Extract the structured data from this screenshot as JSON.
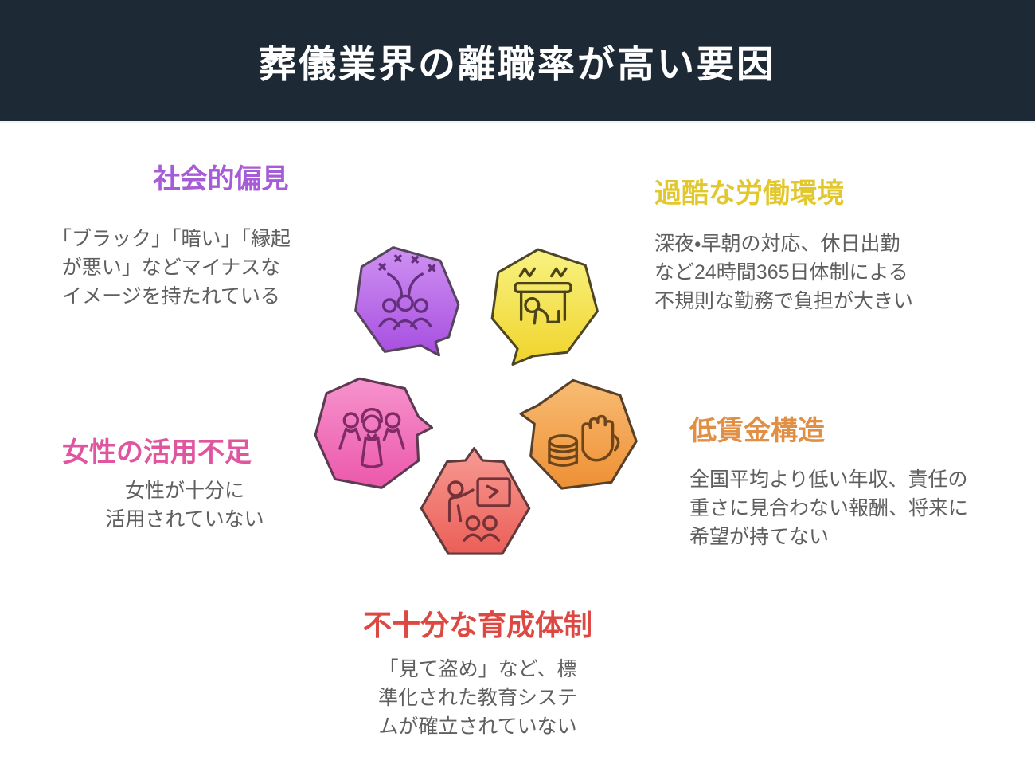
{
  "header": {
    "title": "葬儀業界の離職率が高い要因",
    "background_color": "#1e2936",
    "text_color": "#ffffff"
  },
  "body_text_color": "#5f5f5f",
  "factors": [
    {
      "name": "social-prejudice",
      "title": "社会的偏見",
      "description": "「ブラック」「暗い」「縁起\nが悪い」などマイナスな\nイメージを持たれている",
      "accent_color": "#a65cd6",
      "hex_fill_top": "#cf92f2",
      "hex_fill_bottom": "#a74ee0",
      "icon": "crowd-celebration-icon"
    },
    {
      "name": "harsh-work-environment",
      "title": "過酷な労働環境",
      "description": "深夜・早朝の対応、休日出勤\nなど24時間365日体制による\n不規則な勤務で負担が大きい",
      "accent_color": "#e2c82d",
      "hex_fill_top": "#f8f282",
      "hex_fill_bottom": "#f0d42a",
      "icon": "overwork-desk-icon"
    },
    {
      "name": "underuse-of-women",
      "title": "女性の活用不足",
      "description": "女性が十分に\n活用されていない",
      "accent_color": "#e0559f",
      "hex_fill_top": "#f693cd",
      "hex_fill_bottom": "#ec58ab",
      "icon": "women-group-icon"
    },
    {
      "name": "low-wage-structure",
      "title": "低賃金構造",
      "description": "全国平均より低い年収、責任の\n重さに見合わない報酬、将来に\n希望が持てない",
      "accent_color": "#e08f44",
      "hex_fill_top": "#f8bc74",
      "hex_fill_bottom": "#ee9034",
      "icon": "hand-coins-icon"
    },
    {
      "name": "insufficient-training",
      "title": "不十分な育成体制",
      "description": "「見て盗め」など、標\n準化された教育システ\nムが確立されていない",
      "accent_color": "#dd4942",
      "hex_fill_top": "#f79a94",
      "hex_fill_bottom": "#eb5f57",
      "icon": "teaching-board-icon"
    }
  ]
}
